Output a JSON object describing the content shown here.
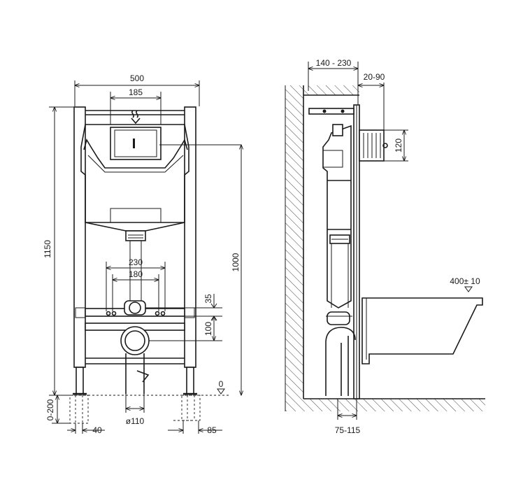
{
  "front_view": {
    "dim_width": "500",
    "dim_panel": "185",
    "dim_height": "1150",
    "dim_inlet": "1000",
    "dim_bolt_outer": "230",
    "dim_bolt_inner": "180",
    "dim_bolt_height": "35",
    "dim_outlet_height": "100",
    "dim_floor_zero": "0",
    "dim_leg_adjust": "0-200",
    "dim_foot_left": "40",
    "dim_outlet_dia": "ø110",
    "dim_foot_right": "85"
  },
  "side_view": {
    "dim_wall_gap": "140 - 230",
    "dim_front_depth": "20-90",
    "dim_flush_height": "120",
    "dim_bowl_height": "400± 10",
    "dim_base_depth": "75-115"
  }
}
